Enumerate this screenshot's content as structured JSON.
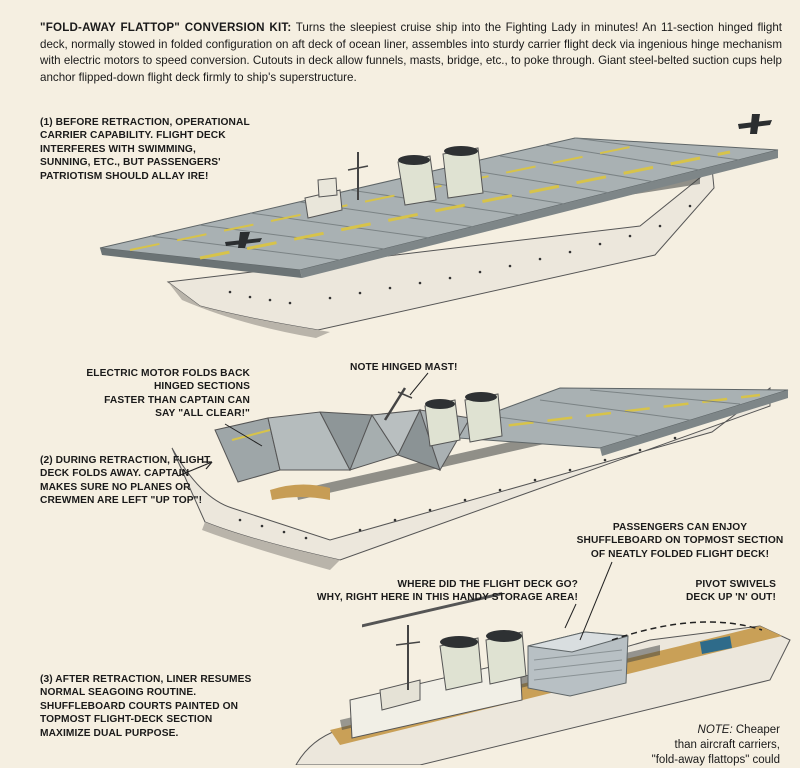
{
  "intro": {
    "title": "\"FOLD-AWAY FLATTOP\" CONVERSION KIT:",
    "body": "Turns the sleepiest cruise ship into the Fighting Lady in minutes! An 11-section hinged flight deck, normally stowed in folded configuration on aft deck of ocean liner, assembles into sturdy carrier flight deck via ingenious hinge mechanism with electric motors to speed conversion. Cutouts in deck allow funnels, masts, bridge, etc., to poke through. Giant steel-belted suction cups help anchor flipped-down flight deck firmly to ship's superstructure."
  },
  "captions": {
    "before_line1": "(1) BEFORE RETRACTION, OPERATIONAL",
    "before_line2": "CARRIER CAPABILITY. FLIGHT DECK",
    "before_line3": "INTERFERES WITH SWIMMING,",
    "before_line4": "SUNNING, ETC., BUT PASSENGERS'",
    "before_line5": "PATRIOTISM SHOULD ALLAY IRE!",
    "motor_line1": "ELECTRIC MOTOR FOLDS BACK",
    "motor_line2": "HINGED SECTIONS",
    "motor_line3": "FASTER THAN CAPTAIN CAN",
    "motor_line4": "SAY \"ALL CLEAR!\"",
    "mast": "NOTE HINGED MAST!",
    "during_line1": "(2) DURING RETRACTION, FLIGHT",
    "during_line2": "DECK FOLDS AWAY. CAPTAIN",
    "during_line3": "MAKES SURE NO PLANES OR",
    "during_line4": "CREWMEN ARE LEFT \"UP TOP\"!",
    "shuffle_line1": "PASSENGERS CAN ENJOY",
    "shuffle_line2": "SHUFFLEBOARD ON TOPMOST SECTION",
    "shuffle_line3": "OF NEATLY FOLDED FLIGHT DECK!",
    "where_line1": "WHERE DID THE FLIGHT DECK GO?",
    "where_line2": "WHY, RIGHT HERE IN THIS HANDY STORAGE AREA!",
    "pivot_line1": "PIVOT SWIVELS",
    "pivot_line2": "DECK UP 'N' OUT!",
    "after_line1": "(3) AFTER RETRACTION, LINER RESUMES",
    "after_line2": "NORMAL SEAGOING ROUTINE.",
    "after_line3": "SHUFFLEBOARD COURTS PAINTED ON",
    "after_line4": "TOPMOST FLIGHT-DECK SECTION",
    "after_line5": "MAXIMIZE DUAL PURPOSE."
  },
  "note": {
    "label": "NOTE:",
    "line1": "Cheaper",
    "line2": "than aircraft carriers,",
    "line3": "\"fold-away flattops\" could"
  },
  "colors": {
    "paper": "#f5efe1",
    "hull": "#ece7dc",
    "deck": "#9ea6a8",
    "deck_stripe": "#d7c34a",
    "funnel": "#dfe2d2",
    "funnel_top": "#2e3133"
  }
}
